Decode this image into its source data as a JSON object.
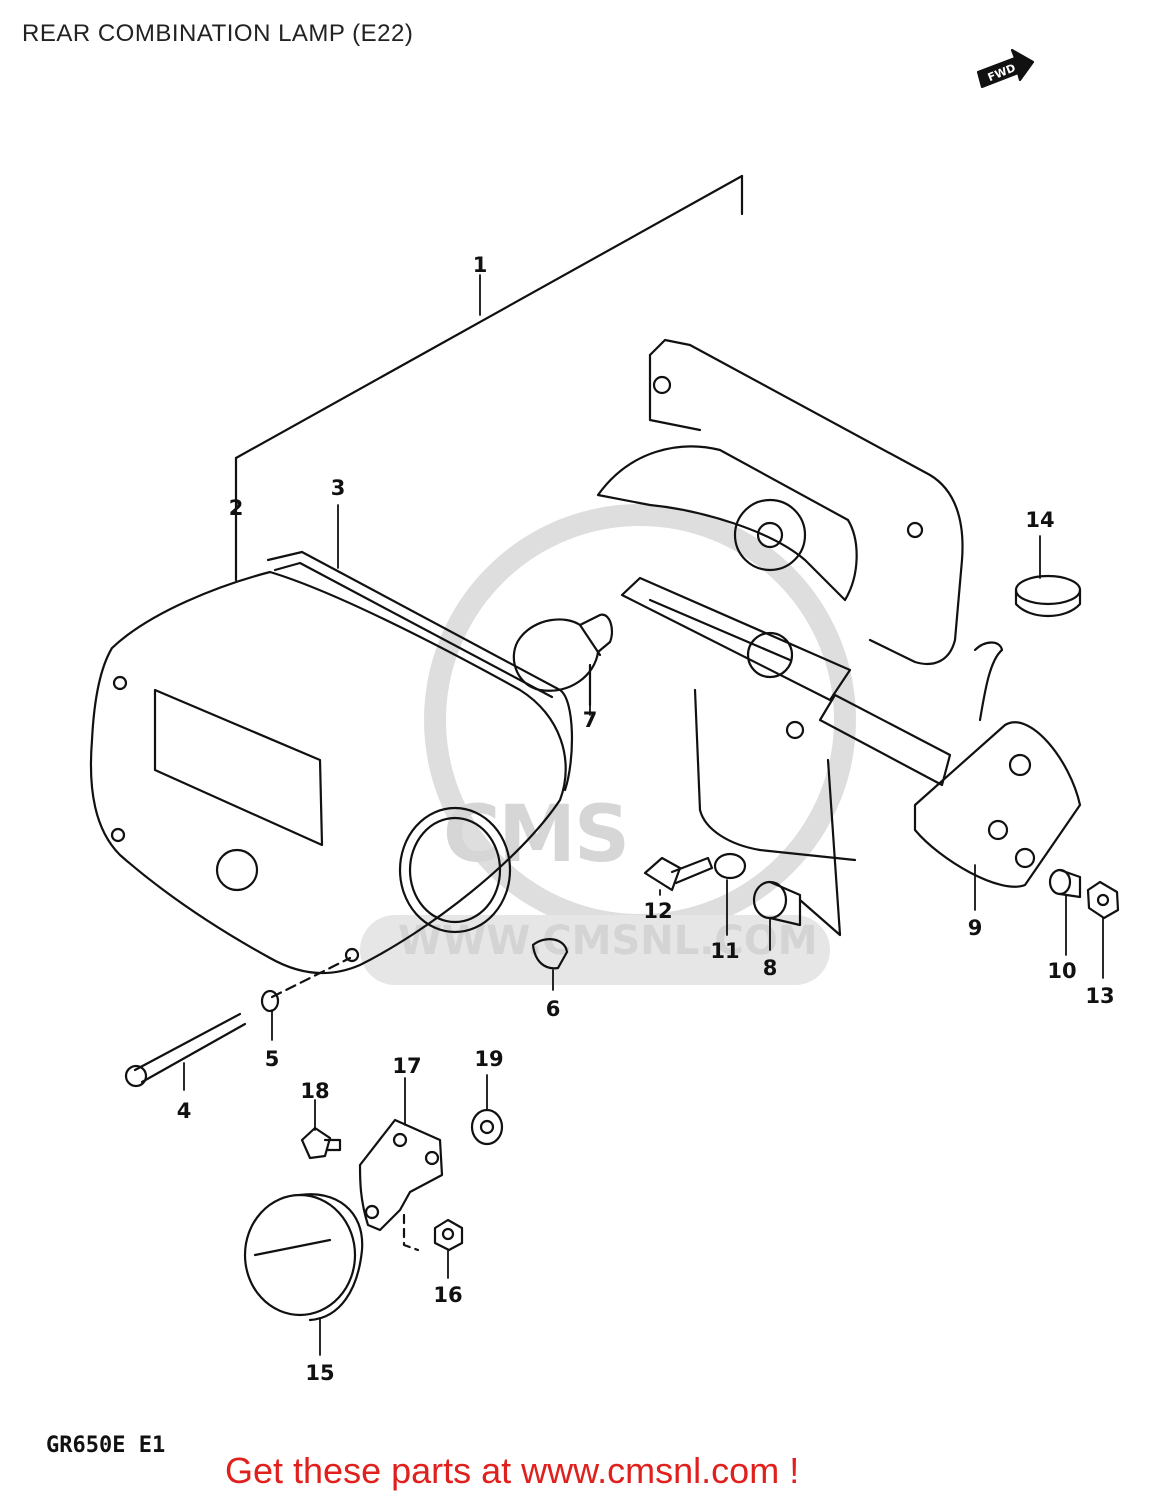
{
  "title": "REAR COMBINATION LAMP (E22)",
  "model": "GR650E  E1",
  "footer": "Get these parts at www.cmsnl.com !",
  "fwd_arrow": "FWD",
  "watermark": {
    "logo": "CMS",
    "url": "WWW.CMSNL.COM"
  },
  "parts": [
    {
      "ref": "1"
    },
    {
      "ref": "2"
    },
    {
      "ref": "3"
    },
    {
      "ref": "4"
    },
    {
      "ref": "5"
    },
    {
      "ref": "6"
    },
    {
      "ref": "7"
    },
    {
      "ref": "8"
    },
    {
      "ref": "9"
    },
    {
      "ref": "10"
    },
    {
      "ref": "11"
    },
    {
      "ref": "12"
    },
    {
      "ref": "13"
    },
    {
      "ref": "14"
    },
    {
      "ref": "15"
    },
    {
      "ref": "16"
    },
    {
      "ref": "17"
    },
    {
      "ref": "18"
    },
    {
      "ref": "19"
    }
  ],
  "colors": {
    "footer": "#e0201c",
    "line": "#111111",
    "watermark": "#d6d6d6"
  }
}
